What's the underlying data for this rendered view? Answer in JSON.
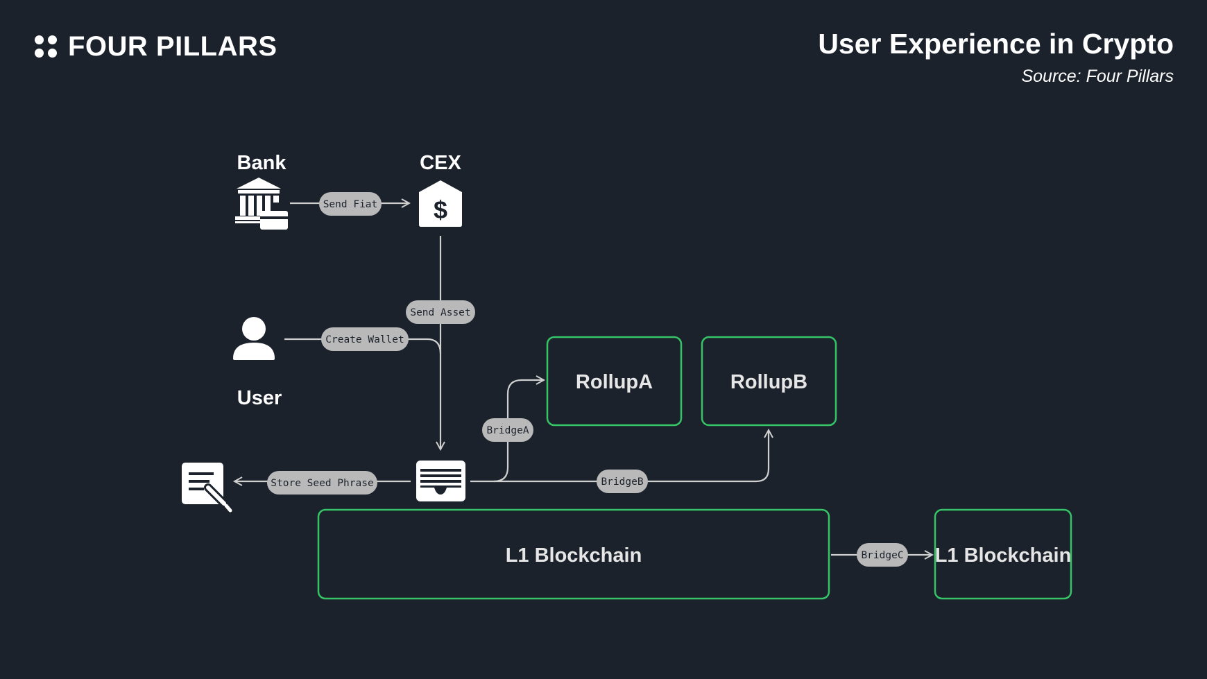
{
  "header": {
    "brand": "FOUR PILLARS",
    "title": "User Experience in Crypto",
    "source": "Source: Four Pillars"
  },
  "nodes": {
    "bank": "Bank",
    "cex": "CEX",
    "user": "User"
  },
  "boxes": {
    "rollup_a": "RollupA",
    "rollup_b": "RollupB",
    "l1_main": "L1 Blockchain",
    "l1_second": "L1 Blockchain"
  },
  "edges": {
    "send_fiat": "Send Fiat",
    "send_asset": "Send Asset",
    "create_wallet": "Create Wallet",
    "store_seed": "Store Seed Phrase",
    "bridge_a": "BridgeA",
    "bridge_b": "BridgeB",
    "bridge_c": "BridgeC"
  },
  "colors": {
    "background": "#1c222c",
    "accent_green": "#35c566",
    "line": "#d0d0d0",
    "pill_fill": "#b9b9b9"
  }
}
